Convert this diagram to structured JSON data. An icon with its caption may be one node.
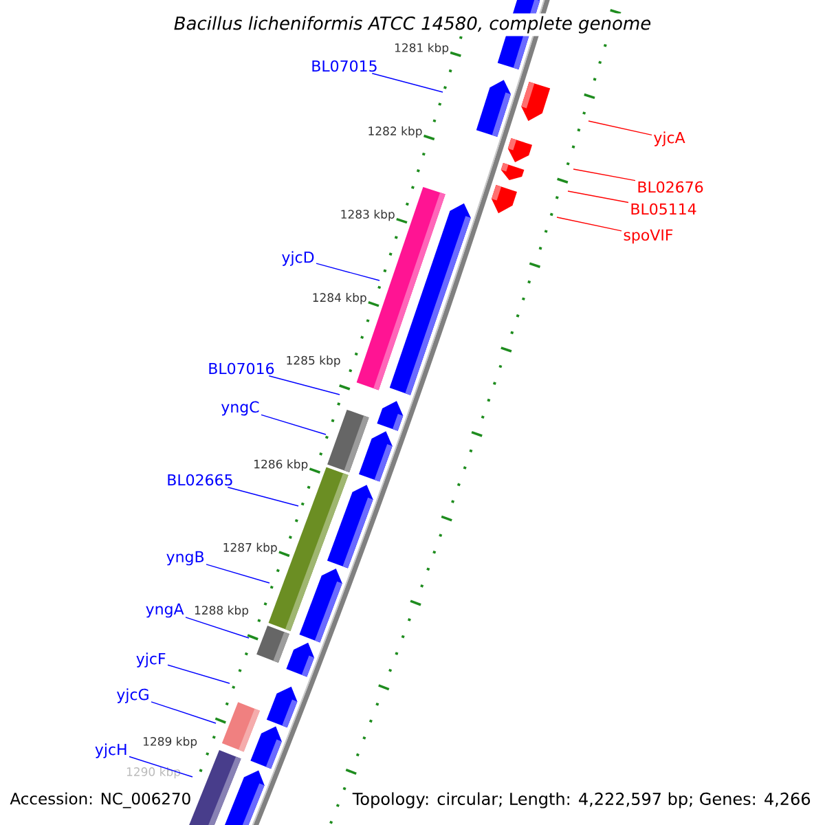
{
  "diagram": {
    "title": "Bacillus licheniformis ATCC 14580, complete genome",
    "nodes": [
      {
        "text": [
          "BL07015"
        ]
      },
      {
        "text": [
          "yjcA"
        ]
      },
      {
        "text": [
          "BL02676"
        ]
      },
      {
        "text": [
          "BL05114"
        ]
      },
      {
        "text": [
          "spoVIF"
        ]
      },
      {
        "text": [
          "yjcD"
        ]
      },
      {
        "text": [
          "BL07016"
        ]
      },
      {
        "text": [
          "yngC"
        ]
      },
      {
        "text": [
          "BL02665"
        ]
      },
      {
        "text": [
          "yngB"
        ]
      },
      {
        "text": [
          "yngA"
        ]
      },
      {
        "text": [
          "yjcF"
        ]
      },
      {
        "text": [
          "yjcG"
        ]
      },
      {
        "text": [
          "yjcH"
        ]
      }
    ],
    "edges": [
      {
        "from": 0,
        "to": null,
        "arrow": "none"
      },
      {
        "from": 1,
        "to": null,
        "arrow": "none",
        "color": "#ff0000"
      },
      {
        "from": 2,
        "to": null,
        "arrow": "none",
        "color": "#ff0000"
      },
      {
        "from": 3,
        "to": null,
        "arrow": "none",
        "color": "#ff0000"
      },
      {
        "from": 4,
        "to": null,
        "arrow": "none",
        "color": "#ff0000"
      },
      {
        "from": 5,
        "to": null,
        "arrow": "none"
      },
      {
        "from": 6,
        "to": null,
        "arrow": "none"
      },
      {
        "from": 7,
        "to": null,
        "arrow": "none"
      },
      {
        "from": 8,
        "to": null,
        "arrow": "none"
      },
      {
        "from": 9,
        "to": null,
        "arrow": "none"
      },
      {
        "from": 10,
        "to": null,
        "arrow": "none"
      },
      {
        "from": 11,
        "to": null,
        "arrow": "none"
      },
      {
        "from": 12,
        "to": null,
        "arrow": "none"
      },
      {
        "from": 13,
        "to": null,
        "arrow": "none"
      }
    ],
    "labels": [
      "1281 kbp",
      "1282 kbp",
      "1283 kbp",
      "1284 kbp",
      "1285 kbp",
      "1286 kbp",
      "1287 kbp",
      "1288 kbp",
      "1289 kbp",
      "1290 kbp",
      "Accession: NC_006270",
      "Topology: circular; Length: 4,222,597 bp; Genes: 4,266"
    ]
  }
}
